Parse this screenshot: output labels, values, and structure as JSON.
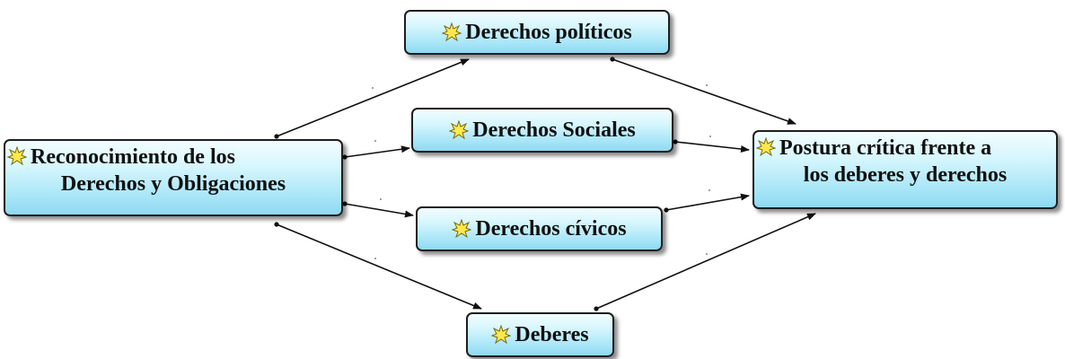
{
  "diagram": {
    "nodes": [
      {
        "id": "reconocimiento",
        "lines": [
          "Reconocimiento de los",
          "Derechos y Obligaciones"
        ],
        "icon": "concept-star-icon"
      },
      {
        "id": "politicos",
        "lines": [
          "Derechos políticos"
        ],
        "icon": "concept-star-icon"
      },
      {
        "id": "sociales",
        "lines": [
          "Derechos Sociales"
        ],
        "icon": "concept-star-icon"
      },
      {
        "id": "civicos",
        "lines": [
          "Derechos cívicos"
        ],
        "icon": "concept-star-icon"
      },
      {
        "id": "deberes",
        "lines": [
          "Deberes"
        ],
        "icon": "concept-star-icon"
      },
      {
        "id": "postura",
        "lines": [
          "Postura crítica frente a",
          "los deberes y derechos"
        ],
        "icon": "concept-star-icon"
      }
    ],
    "links": [
      {
        "from": "reconocimiento",
        "to": "politicos"
      },
      {
        "from": "reconocimiento",
        "to": "sociales"
      },
      {
        "from": "reconocimiento",
        "to": "civicos"
      },
      {
        "from": "reconocimiento",
        "to": "deberes"
      },
      {
        "from": "politicos",
        "to": "postura"
      },
      {
        "from": "sociales",
        "to": "postura"
      },
      {
        "from": "civicos",
        "to": "postura"
      },
      {
        "from": "deberes",
        "to": "postura"
      }
    ],
    "colors": {
      "node_fill_top": "#f2fdff",
      "node_fill_bottom": "#8fd9f2",
      "node_border": "#1e1e1e",
      "link": "#111111",
      "icon_fill": "#ffe94d"
    }
  }
}
